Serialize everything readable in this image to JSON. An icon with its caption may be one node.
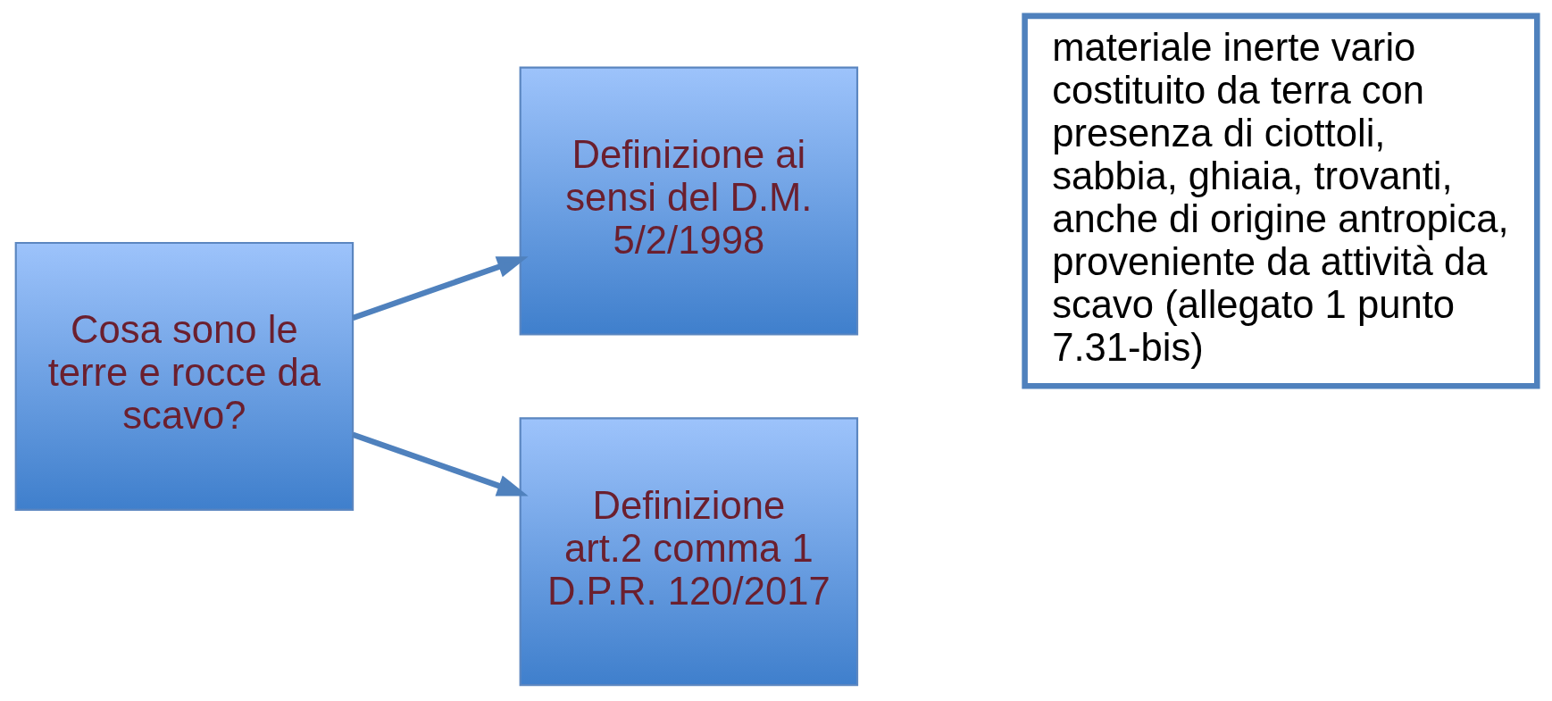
{
  "diagram": {
    "nodes": [
      {
        "text": [
          "Cosa sono le terre e rocce da scavo?"
        ]
      },
      {
        "text": [
          "Definizione ai sensi del D.M. 5/2/1998"
        ]
      },
      {
        "text": [
          "Definizione art.2 comma 1 D.P.R. 120/2017"
        ]
      },
      {
        "text": [
          "materiale inerte vario costituito da terra con presenza di ciottoli, sabbia, ghiaia, trovanti, anche di origine antropica, proveniente da attività da scavo (allegato 1 punto 7.31-bis)"
        ]
      }
    ],
    "edges": [
      {
        "from": 0,
        "to": 1,
        "arrow": "to"
      },
      {
        "from": 0,
        "to": 2,
        "arrow": "to"
      }
    ]
  }
}
